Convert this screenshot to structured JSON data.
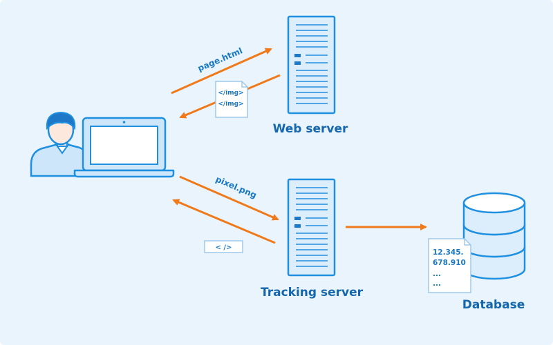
{
  "labels": {
    "web_server": "Web server",
    "tracking_server": "Tracking server",
    "database": "Database",
    "page_request": "page.html",
    "pixel_request": "pixel.png",
    "img_tag_1": "</img>",
    "img_tag_2": "</img>",
    "code_snippet": "< />",
    "db_line_1": "12.345.",
    "db_line_2": "678.910",
    "db_line_3": "...",
    "db_line_4": "..."
  },
  "colors": {
    "background": "#e9f4fd",
    "stroke": "#1f8fe0",
    "fill_light": "#dcedfb",
    "arrow": "#f07a1a",
    "label_text": "#1a78c2",
    "title_text": "#1567ad"
  },
  "icons": [
    "user-icon",
    "laptop-icon",
    "server-icon",
    "database-icon",
    "document-icon"
  ]
}
